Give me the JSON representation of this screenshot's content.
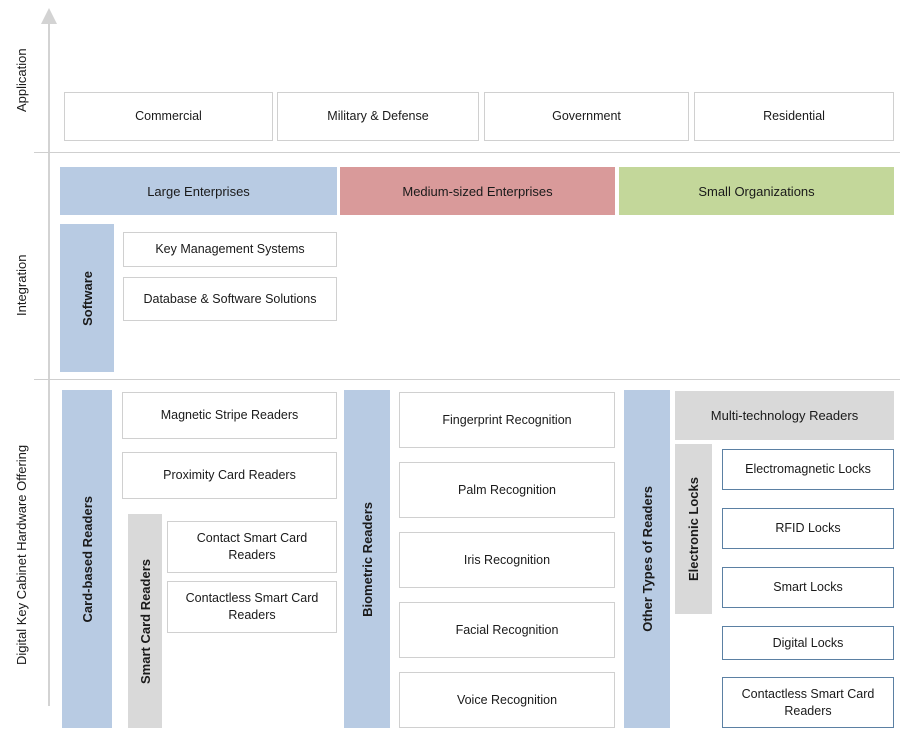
{
  "axis": {
    "sections": [
      {
        "label": "Application"
      },
      {
        "label": "Integration"
      },
      {
        "label": "Digital Key Cabinet Hardware Offering"
      }
    ]
  },
  "application": {
    "items": [
      {
        "label": "Commercial"
      },
      {
        "label": "Military & Defense"
      },
      {
        "label": "Government"
      },
      {
        "label": "Residential"
      }
    ]
  },
  "segments": {
    "bands": [
      {
        "label": "Large Enterprises",
        "color": "#b8cbe3"
      },
      {
        "label": "Medium-sized Enterprises",
        "color": "#d99a9a"
      },
      {
        "label": "Small Organizations",
        "color": "#c3d79a"
      }
    ]
  },
  "integration": {
    "category": {
      "label": "Software",
      "color": "#b8cbe3"
    },
    "items": [
      {
        "label": "Key Management Systems"
      },
      {
        "label": "Database & Software Solutions"
      }
    ]
  },
  "hardware": {
    "card_based": {
      "category": {
        "label": "Card-based Readers",
        "color": "#b8cbe3"
      },
      "items": [
        {
          "label": "Magnetic Stripe Readers"
        },
        {
          "label": "Proximity Card Readers"
        }
      ],
      "sub_category": {
        "label": "Smart Card Readers",
        "color": "#d9d9d9"
      },
      "sub_items": [
        {
          "label": "Contact Smart Card Readers"
        },
        {
          "label": "Contactless Smart Card Readers"
        }
      ]
    },
    "biometric": {
      "category": {
        "label": "Biometric Readers",
        "color": "#b8cbe3"
      },
      "items": [
        {
          "label": "Fingerprint Recognition"
        },
        {
          "label": "Palm Recognition"
        },
        {
          "label": "Iris Recognition"
        },
        {
          "label": "Facial Recognition"
        },
        {
          "label": "Voice Recognition"
        }
      ]
    },
    "other": {
      "category": {
        "label": "Other Types of Readers",
        "color": "#b8cbe3"
      },
      "header": {
        "label": "Multi-technology Readers",
        "color": "#d9d9d9"
      },
      "sub_category": {
        "label": "Electronic Locks",
        "color": "#d9d9d9"
      },
      "items": [
        {
          "label": "Electromagnetic Locks"
        },
        {
          "label": "RFID Locks"
        },
        {
          "label": "Smart Locks"
        },
        {
          "label": "Digital Locks"
        },
        {
          "label": "Contactless Smart Card Readers"
        }
      ]
    }
  }
}
